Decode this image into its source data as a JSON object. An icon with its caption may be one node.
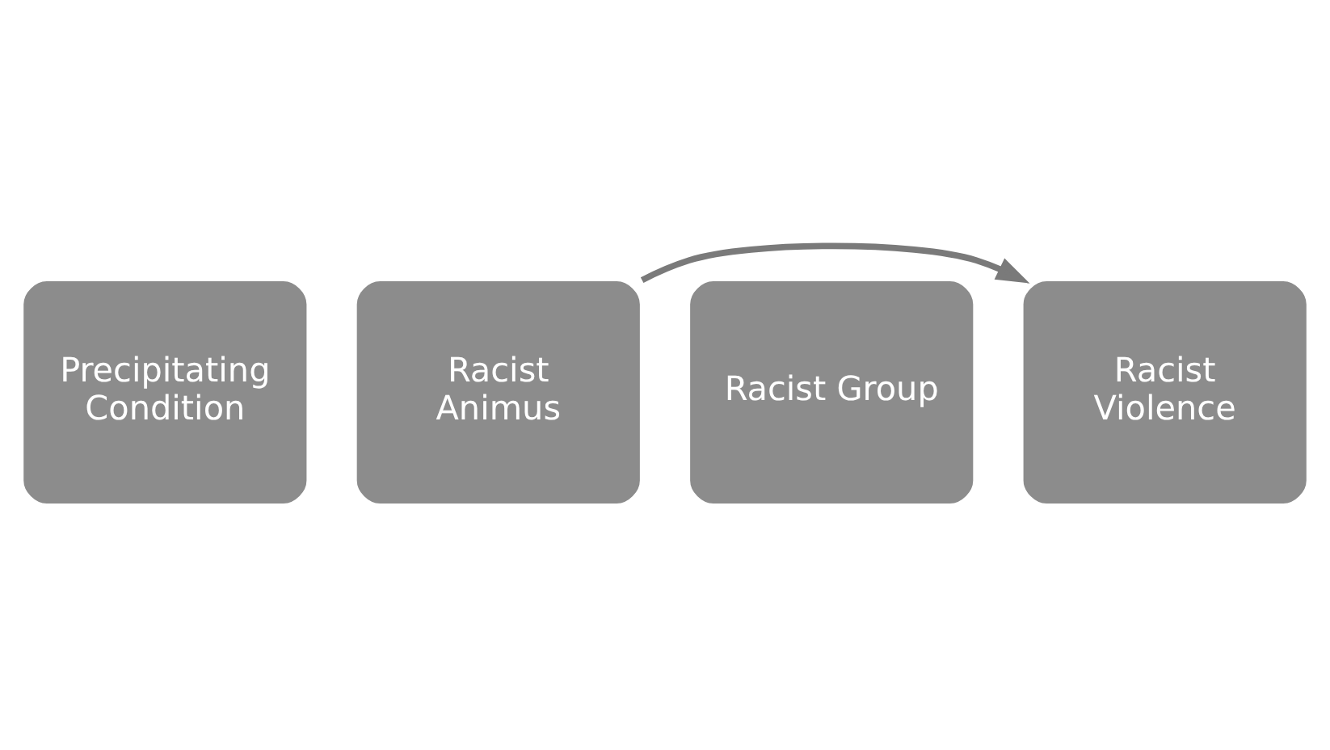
{
  "diagram": {
    "nodes": [
      {
        "text": [
          "Precipitating Condition"
        ]
      },
      {
        "text": [
          "Racist Animus"
        ]
      },
      {
        "text": [
          "Racist Group"
        ]
      },
      {
        "text": [
          "Racist Violence"
        ]
      }
    ],
    "edges": [
      {
        "from": 1,
        "to": 3,
        "arrow": "to"
      }
    ]
  }
}
